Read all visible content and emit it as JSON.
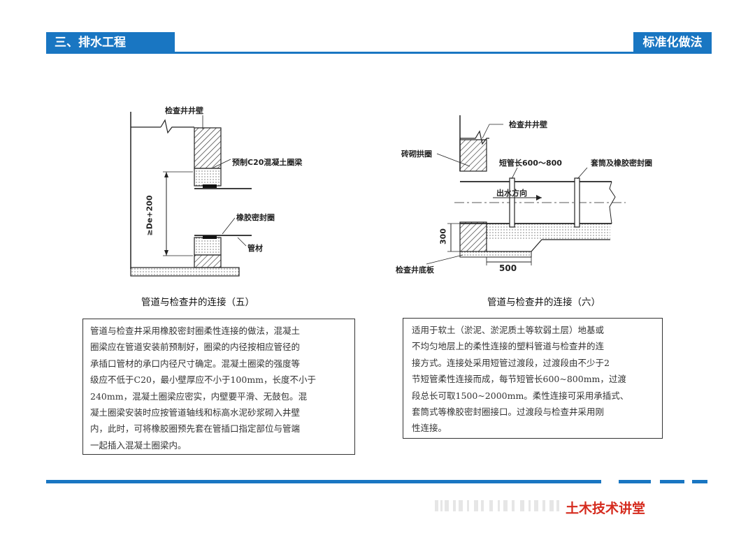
{
  "header": {
    "section_title": "三、排水工程",
    "tag": "标准化做法"
  },
  "figures": [
    {
      "caption": "管道与检查井的连接（五）",
      "labels": {
        "well_wall": "检查井井壁",
        "ring_beam": "预制C20混凝土圈梁",
        "rubber_seal": "橡胶密封圈",
        "pipe": "管材",
        "dimension": "≥De+200"
      }
    },
    {
      "caption": "管道与检查井的连接（六）",
      "labels": {
        "well_wall": "检查井井壁",
        "brick_arch": "砖砌拱圈",
        "short_pipe": "短管长600～800",
        "sleeve_seal": "套筒及橡胶密封圈",
        "flow_direction": "出水方向",
        "dim_300": "300",
        "dim_500": "500",
        "well_floor": "检查井底板"
      }
    }
  ],
  "descriptions": {
    "left": [
      "管道与检查井采用橡胶密封圈柔性连接的做法，混凝土",
      "圈梁应在管道安装前预制好，圈梁的内径按相应管径的",
      "承插口管材的承口内径尺寸确定。混凝土圈梁的强度等",
      "级应不低于C20，最小壁厚应不小于100mm，长度不小于",
      "240mm，混凝土圈梁应密实，内壁要平滑、无鼓包。混",
      "凝土圈梁安装时应按管道轴线和标高水泥砂浆砌入井壁",
      "内，此时，可将橡胶圈预先套在管插口指定部位与管端",
      "一起插入混凝土圈梁内。"
    ],
    "right": [
      "适用于软土（淤泥、淤泥质土等软弱土层）地基或",
      "不均匀地层上的柔性连接的塑料管道与检查井的连",
      "接方式。连接处采用短管过渡段，过渡段由不少于2",
      "节短管柔性连接而成，每节短管长600~800mm，过渡",
      "段总长可取1500~2000mm。柔性连接可采用承插式、",
      "套筒式等橡胶密封圈接口。过渡段与检查井采用刚",
      "性连接。"
    ]
  },
  "footer": {
    "brand": "土木技术讲堂"
  },
  "colors": {
    "accent": "#1976c2",
    "brand_red": "#d52b1e"
  }
}
